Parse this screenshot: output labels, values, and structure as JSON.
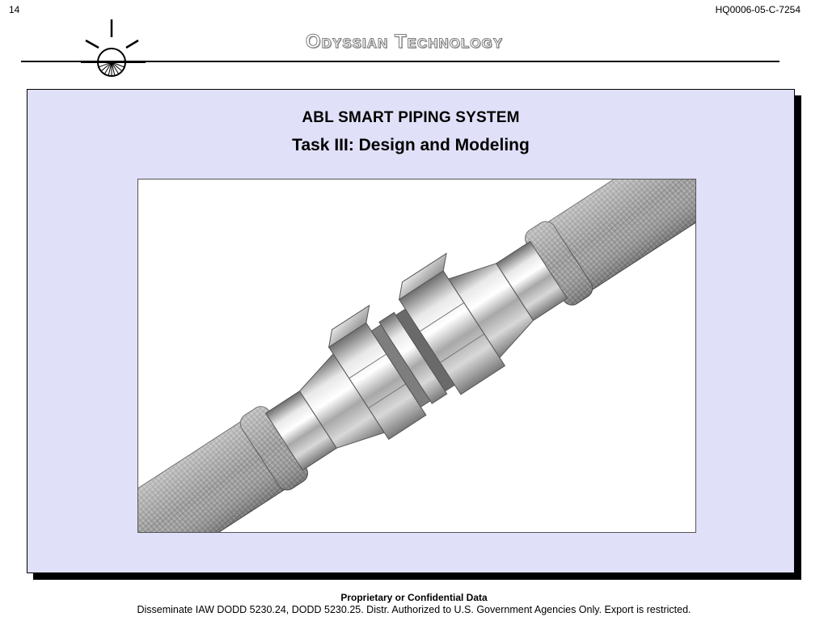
{
  "header": {
    "page_number": "14",
    "document_number": "HQ0006-05-C-7254",
    "company_name": "Odyssian Technology",
    "logo_icon": "sunrise-logo-icon"
  },
  "slide": {
    "title": "ABL SMART PIPING SYSTEM",
    "subtitle": "Task III: Design and Modeling",
    "figure_icon": "pipe-coupling-render-icon",
    "background_color": "#e0e0f8"
  },
  "footer": {
    "line1": "Proprietary or Confidential Data",
    "line2": "Disseminate IAW DODD 5230.24, DODD 5230.25.  Distr. Authorized to U.S. Government Agencies Only. Export is restricted."
  }
}
